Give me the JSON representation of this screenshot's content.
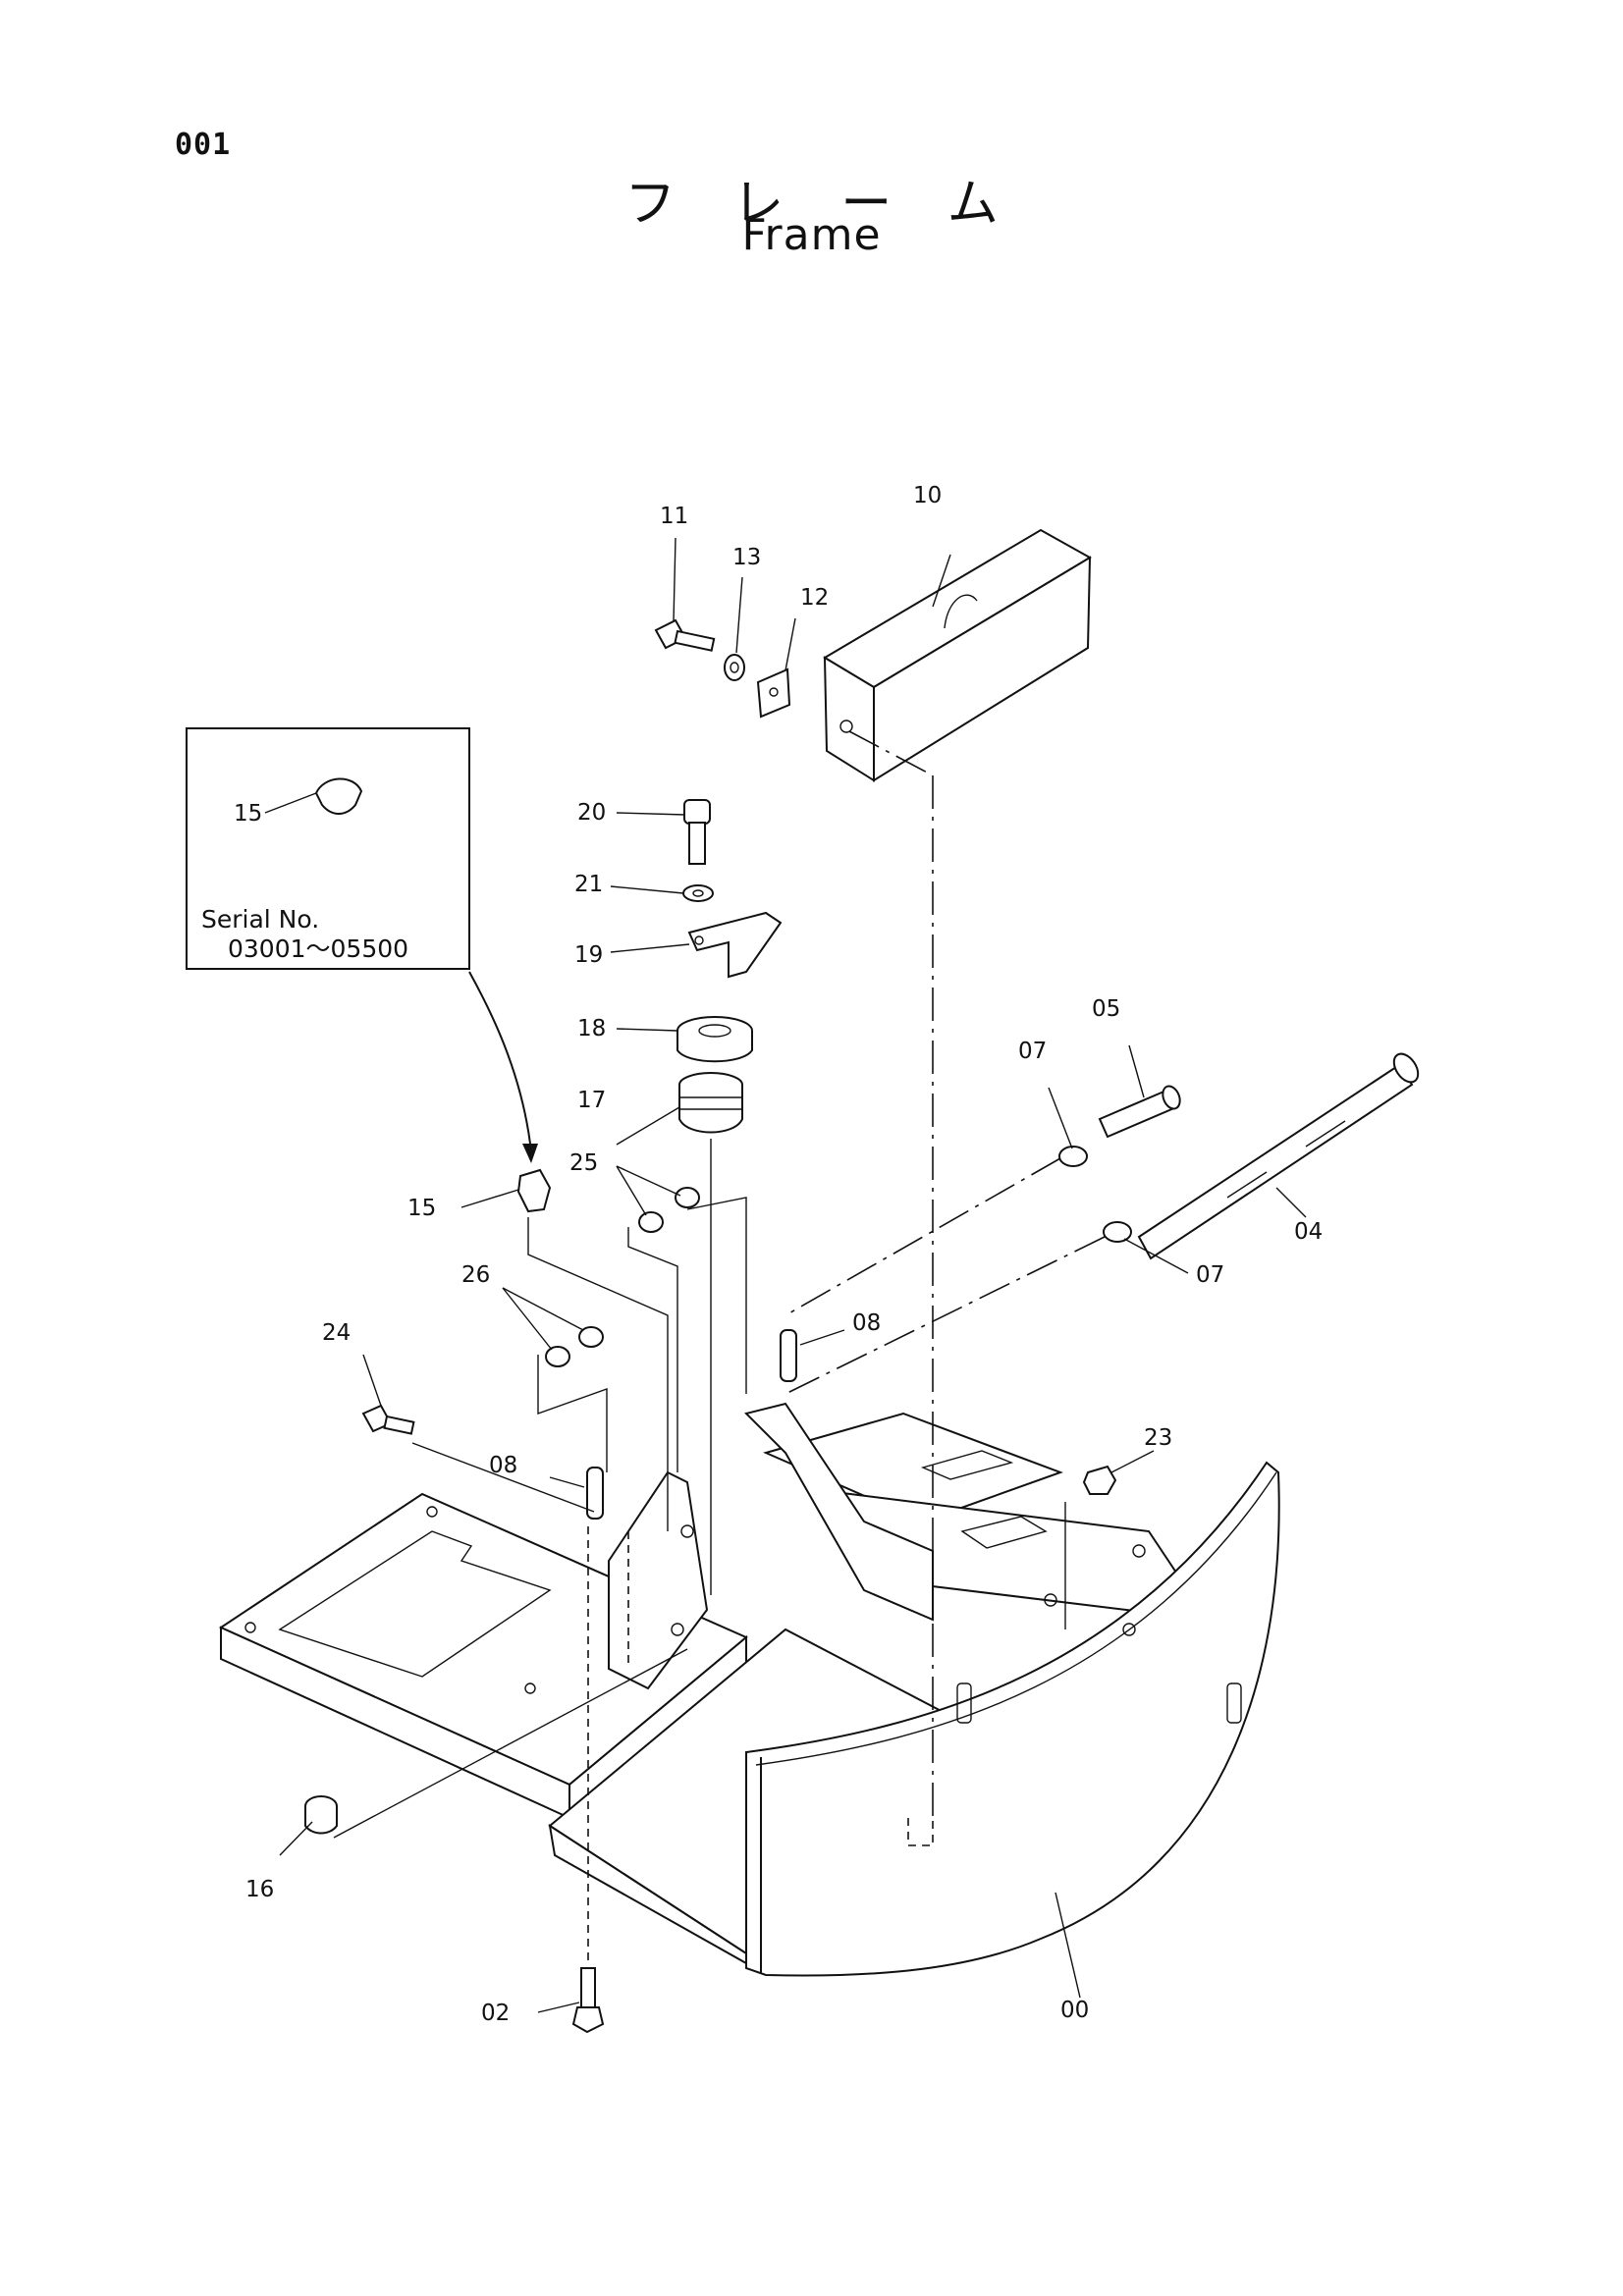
{
  "page": {
    "number": "001",
    "title_jp": "フレーム",
    "title_en": "Frame"
  },
  "inset": {
    "part": "15",
    "serial_label": "Serial No.",
    "serial_range": "03001～05500"
  },
  "callouts": {
    "c00": "00",
    "c02": "02",
    "c04": "04",
    "c05": "05",
    "c07a": "07",
    "c07b": "07",
    "c08a": "08",
    "c08b": "08",
    "c10": "10",
    "c11": "11",
    "c12": "12",
    "c13": "13",
    "c15": "15",
    "c16": "16",
    "c17": "17",
    "c18": "18",
    "c19": "19",
    "c20": "20",
    "c21": "21",
    "c23": "23",
    "c24": "24",
    "c25": "25",
    "c26": "26"
  }
}
